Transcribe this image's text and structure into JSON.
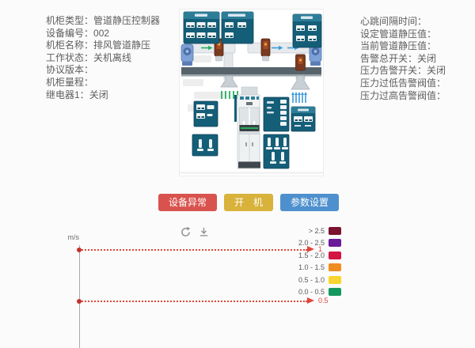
{
  "info_left": {
    "items": [
      {
        "label": "机柜类型：",
        "value": "管道静压控制器"
      },
      {
        "label": "设备编号：",
        "value": "002"
      },
      {
        "label": "机柜名称：",
        "value": "排风管道静压"
      },
      {
        "label": "工作状态：",
        "value": "关机离线"
      },
      {
        "label": "协议版本：",
        "value": ""
      },
      {
        "label": "机柜量程：",
        "value": ""
      },
      {
        "label": "继电器1：",
        "value": "关闭"
      }
    ]
  },
  "info_right": {
    "items": [
      {
        "label": "心跳间隔时间：",
        "value": ""
      },
      {
        "label": "设定管道静压值：",
        "value": ""
      },
      {
        "label": "当前管道静压值：",
        "value": ""
      },
      {
        "label": "告警总开关：",
        "value": "关闭"
      },
      {
        "label": "压力告警开关：",
        "value": "关闭"
      },
      {
        "label": "压力过低告警阀值：",
        "value": ""
      },
      {
        "label": "压力过高告警阀值：",
        "value": ""
      }
    ]
  },
  "buttons": {
    "device_abnormal": {
      "label": "设备异常",
      "color": "#d9534e"
    },
    "power_on": {
      "label": "开　机",
      "color": "#d8b23a"
    },
    "param_settings": {
      "label": "参数设置",
      "color": "#4e90cd"
    }
  },
  "chart_toolbar": {
    "icons": [
      {
        "name": "refresh-icon"
      },
      {
        "name": "download-icon"
      }
    ]
  },
  "chart_data": {
    "type": "line",
    "title": "",
    "xlabel": "",
    "ylabel": "m/s",
    "grid": false,
    "legend_position": "right",
    "series": [],
    "threshold_lines": [
      {
        "value": 1,
        "label": "1",
        "color": "#e0453c",
        "style": "dotted"
      },
      {
        "value": 0.5,
        "label": "0.5",
        "color": "#e0453c",
        "style": "dotted"
      }
    ],
    "legend": [
      {
        "label": "> 2.5",
        "color": "#7b1230"
      },
      {
        "label": "2.0 - 2.5",
        "color": "#6a1b9a"
      },
      {
        "label": "1.5 - 2.0",
        "color": "#d41442"
      },
      {
        "label": "1.0 - 1.5",
        "color": "#f08d22"
      },
      {
        "label": "0.5 - 1.0",
        "color": "#f8d431"
      },
      {
        "label": "0.0 - 0.5",
        "color": "#13985f"
      }
    ]
  },
  "colors": {
    "page_background": "#fbfbfb",
    "info_text": "#5d5d5d",
    "threshold_red": "#e0453c",
    "panel_teal": "#155e78",
    "duct_gray": "#e6eaec",
    "damper_brown": "#7a3a1f"
  }
}
